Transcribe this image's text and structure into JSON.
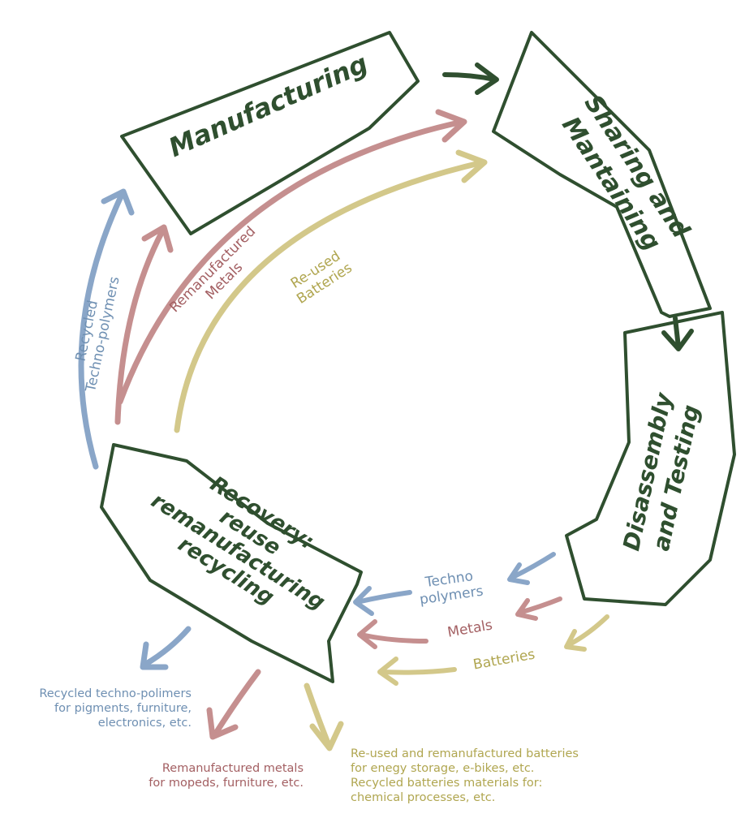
{
  "colors": {
    "dark_green": "#2f4f2f",
    "blue": "#8aa6c8",
    "red": "#c58f8f",
    "yellow": "#d3c88a",
    "blue_text": "#6e8fb2",
    "red_text": "#a35f62",
    "yellow_text": "#b0a650"
  },
  "stages": {
    "manufacturing": "Manufacturing",
    "sharing_line1": "Sharing and",
    "sharing_line2": "Mantaining",
    "disassembly_line1": "Disassembly",
    "disassembly_line2": "and Testing",
    "recovery_line1": "Recovery:",
    "recovery_line2": "reuse",
    "recovery_line3": "remanufacturing",
    "recovery_line4": "recycling"
  },
  "flows": {
    "recycled_line1": "Recycled",
    "recycled_line2": "Techno-polymers",
    "remanufactured_line1": "Remanufactured",
    "remanufactured_line2": "Metals",
    "reused_line1": "Re-used",
    "reused_line2": "Batteries",
    "techno_line1": "Techno",
    "techno_line2": "polymers",
    "metals": "Metals",
    "batteries": "Batteries"
  },
  "outputs": {
    "polymers_line1": "Recycled techno-polimers",
    "polymers_line2": "for pigments, furniture,",
    "polymers_line3": "electronics, etc.",
    "metals_line1": "Remanufactured metals",
    "metals_line2": "for mopeds, furniture, etc.",
    "batteries_line1": "Re-used and remanufactured batteries",
    "batteries_line2": "for enegy storage, e-bikes, etc.",
    "batteries_line3": "Recycled batteries materials for:",
    "batteries_line4": "chemical processes, etc."
  }
}
